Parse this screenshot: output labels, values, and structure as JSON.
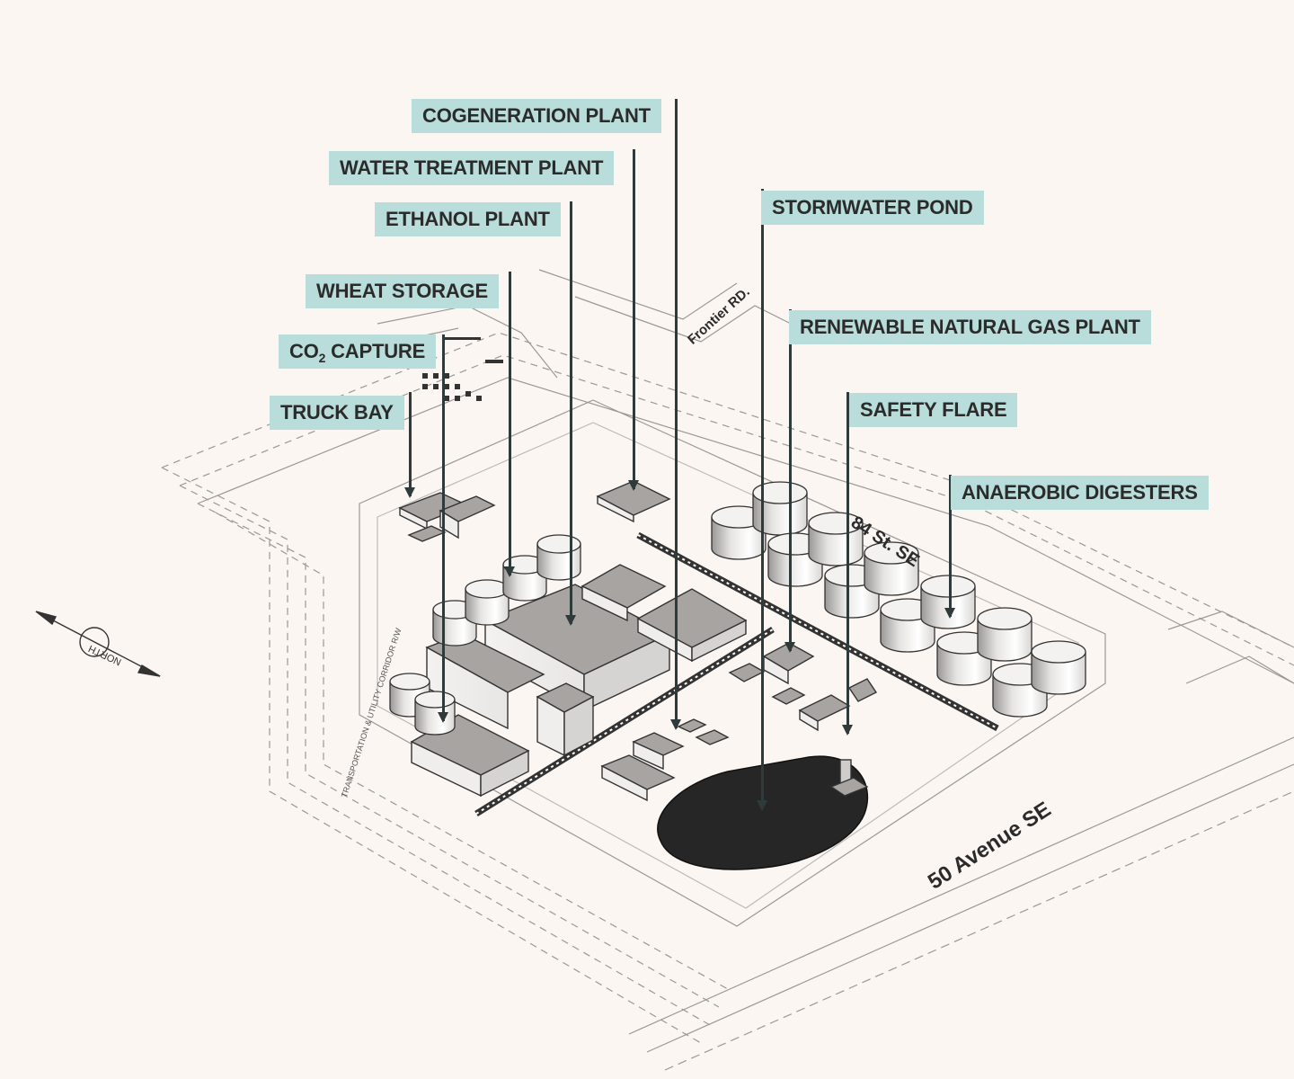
{
  "callouts": {
    "cogeneration": "COGENERATION PLANT",
    "water_treatment": "WATER TREATMENT PLANT",
    "ethanol": "ETHANOL PLANT",
    "stormwater": "STORMWATER POND",
    "wheat_storage": "WHEAT STORAGE",
    "co2_prefix": "CO",
    "co2_sub": "2",
    "co2_suffix": " CAPTURE",
    "truck_bay": "TRUCK BAY",
    "rng": "RENEWABLE NATURAL GAS PLANT",
    "safety_flare": "SAFETY FLARE",
    "digesters": "ANAEROBIC DIGESTERS"
  },
  "roads": {
    "frontier": "Frontier RD.",
    "st84": "84 St. SE",
    "ave50": "50 Avenue SE",
    "corridor": "TRANSPORTATION & UTILITY CORRIDOR R/W"
  },
  "compass": {
    "label": "NORTH"
  },
  "colors": {
    "callout_bg": "#b9ddda",
    "leader": "#2f3b3b",
    "building_top": "#a8a4a1",
    "pond": "#262626",
    "background": "#fcf6f3"
  }
}
